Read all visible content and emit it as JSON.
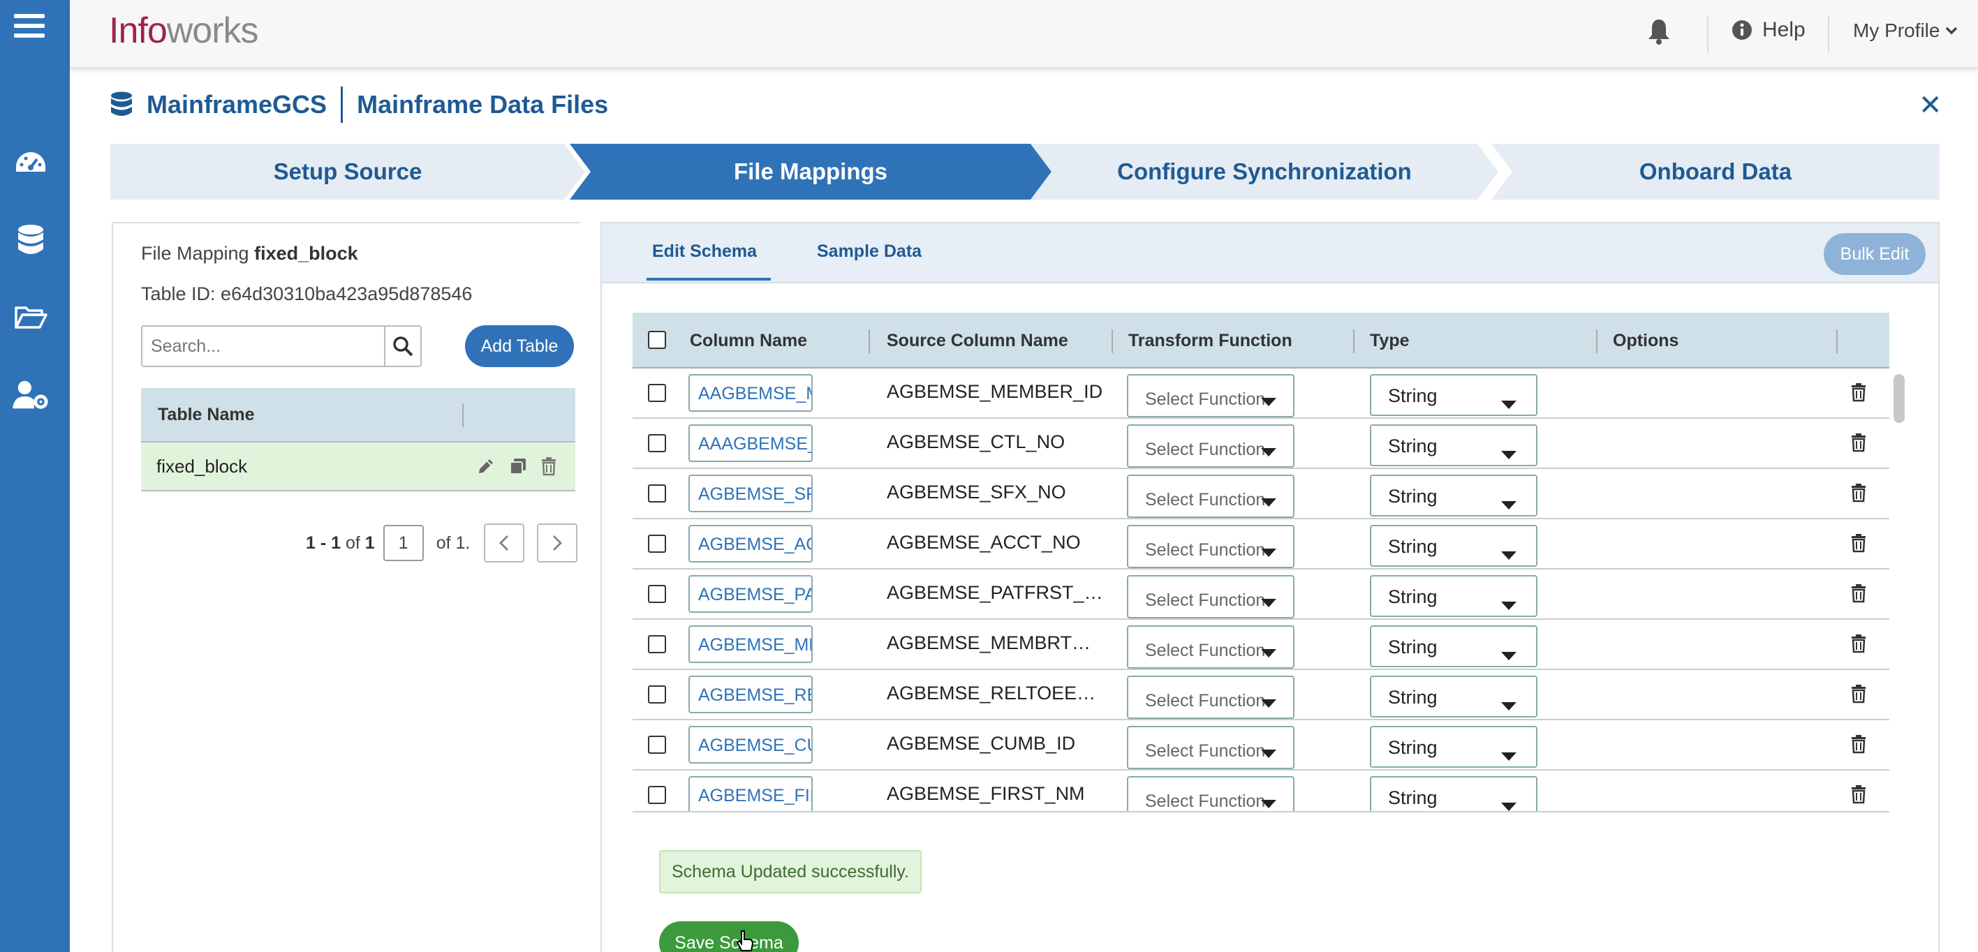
{
  "app": {
    "logo_part1": "Info",
    "logo_part2": "works",
    "help_label": "Help",
    "profile_label": "My Profile"
  },
  "header": {
    "source_name": "MainframeGCS",
    "source_type": "Mainframe Data Files"
  },
  "wizard": {
    "steps": [
      "Setup Source",
      "File Mappings",
      "Configure Synchronization",
      "Onboard Data"
    ],
    "active_step": "File Mappings"
  },
  "file_mapping": {
    "title_prefix": "File Mapping",
    "name": "fixed_block",
    "table_id_label": "Table ID: e64d30310ba423a95d878546",
    "search_placeholder": "Search...",
    "add_table_label": "Add Table",
    "table_header": "Table Name",
    "tables": [
      "fixed_block"
    ],
    "pager": {
      "range": "1 - 1",
      "of_label": "of",
      "total": "1",
      "page": "1",
      "of_pages": "of 1."
    }
  },
  "schema": {
    "tabs": [
      "Edit Schema",
      "Sample Data"
    ],
    "active_tab": "Edit Schema",
    "bulk_edit_label": "Bulk Edit",
    "columns": [
      "Column Name",
      "Source Column Name",
      "Transform Function",
      "Type",
      "Options"
    ],
    "rows": [
      {
        "column_name": "AAGBEMSE_MEMBER_ID",
        "source": "AGBEMSE_MEMBER_ID",
        "function": "Select Function",
        "type": "String"
      },
      {
        "column_name": "AAAGBEMSE_CTL_NO",
        "source": "AGBEMSE_CTL_NO",
        "function": "Select Function",
        "type": "String"
      },
      {
        "column_name": "AGBEMSE_SFX_NO",
        "source": "AGBEMSE_SFX_NO",
        "function": "Select Function",
        "type": "String"
      },
      {
        "column_name": "AGBEMSE_ACCT_NO",
        "source": "AGBEMSE_ACCT_NO",
        "function": "Select Function",
        "type": "String"
      },
      {
        "column_name": "AGBEMSE_PATFRST_NM",
        "source": "AGBEMSE_PATFRST_…",
        "function": "Select Function",
        "type": "String"
      },
      {
        "column_name": "AGBEMSE_MEMBRT",
        "source": "AGBEMSE_MEMBRT…",
        "function": "Select Function",
        "type": "String"
      },
      {
        "column_name": "AGBEMSE_RELTOEE",
        "source": "AGBEMSE_RELTOEE…",
        "function": "Select Function",
        "type": "String"
      },
      {
        "column_name": "AGBEMSE_CUMB_ID",
        "source": "AGBEMSE_CUMB_ID",
        "function": "Select Function",
        "type": "String"
      },
      {
        "column_name": "AGBEMSE_FIRST_NM",
        "source": "AGBEMSE_FIRST_NM",
        "function": "Select Function",
        "type": "String"
      }
    ],
    "status_message": "Schema Updated successfully.",
    "save_label": "Save Schema"
  }
}
